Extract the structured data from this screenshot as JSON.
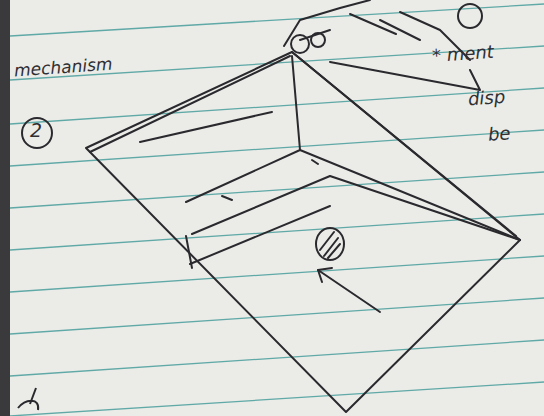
{
  "diagram": {
    "labels": [
      "mechanism",
      "2",
      "* ment",
      "disp",
      "be"
    ]
  }
}
